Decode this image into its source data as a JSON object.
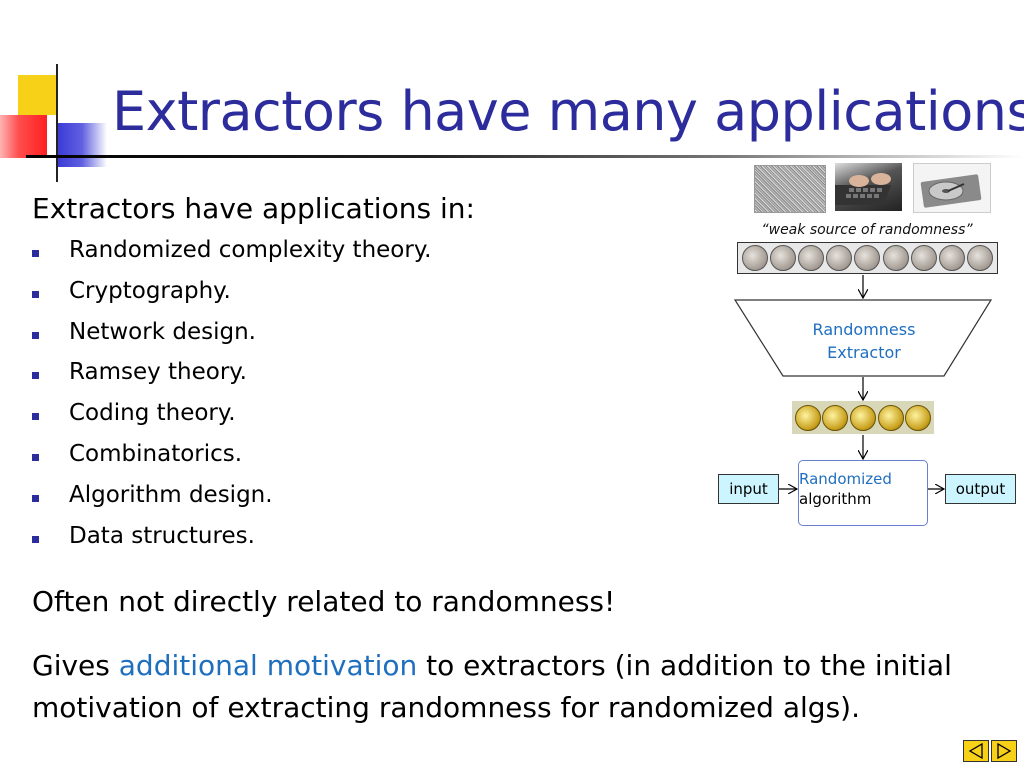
{
  "slide": {
    "title": "Extractors have many applications",
    "intro": "Extractors have applications in:",
    "bullets": [
      "Randomized complexity theory.",
      "Cryptography.",
      "Network design.",
      "Ramsey theory.",
      "Coding theory.",
      "Combinatorics.",
      "Algorithm design.",
      "Data structures."
    ],
    "para1": "Often not directly related to randomness!",
    "para2": {
      "before": "Gives ",
      "highlight": "additional motivation",
      "after": " to extractors (in addition to the initial motivation of extracting randomness for randomized algs)."
    }
  },
  "diagram": {
    "weak_source_label": "“weak source of randomness”",
    "extractor_label_line1": "Randomness",
    "extractor_label_line2": "Extractor",
    "input_label": "input",
    "algorithm_label_line1": "Randomized",
    "algorithm_label_line2": "algorithm",
    "output_label": "output"
  },
  "colors": {
    "title": "#2c2c9c",
    "highlight": "#1f6fbf",
    "bullet": "#2c2c9c",
    "io_box_fill": "#ccf5ff",
    "nav_button": "#f7d117"
  },
  "nav": {
    "prev_icon": "triangle-left-icon",
    "next_icon": "triangle-right-icon"
  }
}
